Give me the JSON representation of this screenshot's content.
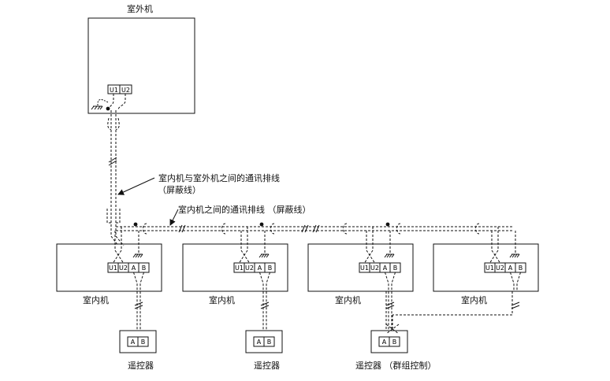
{
  "outdoor_unit": {
    "label": "室外机",
    "terminals": [
      "U1",
      "U2"
    ]
  },
  "annotations": {
    "indoor_outdoor_line": "室内机与室外机之间的通讯排线",
    "indoor_outdoor_line_note": "（屏蔽线）",
    "indoor_indoor_line": "室内机之间的通讯排线 （屏蔽线）"
  },
  "indoor_units": [
    {
      "label": "室内机",
      "terminals": [
        "U1",
        "U2",
        "A",
        "B"
      ]
    },
    {
      "label": "室内机",
      "terminals": [
        "U1",
        "U2",
        "A",
        "B"
      ]
    },
    {
      "label": "室内机",
      "terminals": [
        "U1",
        "U2",
        "A",
        "B"
      ]
    },
    {
      "label": "室内机",
      "terminals": [
        "U1",
        "U2",
        "A",
        "B"
      ]
    }
  ],
  "remotes": [
    {
      "label": "遥控器",
      "terminals": [
        "A",
        "B"
      ]
    },
    {
      "label": "遥控器",
      "terminals": [
        "A",
        "B"
      ]
    },
    {
      "label": "遥控器 （群组控制）",
      "terminals": [
        "A",
        "B"
      ]
    }
  ]
}
